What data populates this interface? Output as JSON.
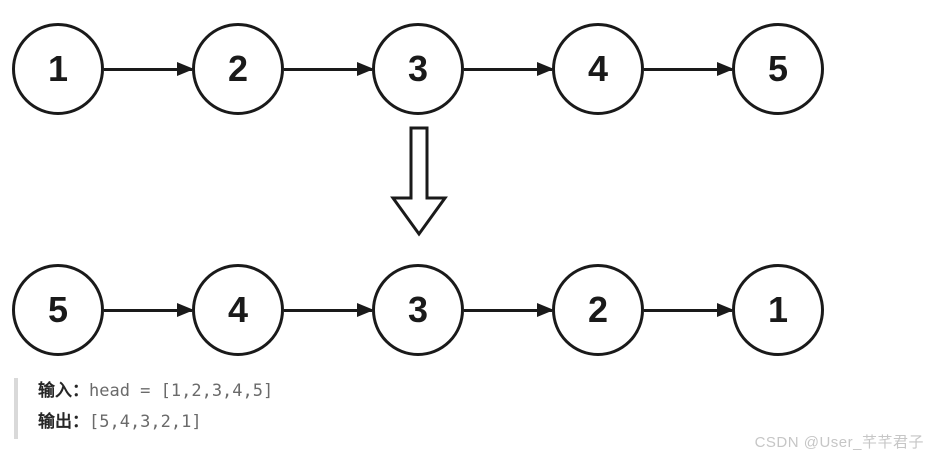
{
  "diagram": {
    "before": {
      "nodes": [
        "1",
        "2",
        "3",
        "4",
        "5"
      ]
    },
    "after": {
      "nodes": [
        "5",
        "4",
        "3",
        "2",
        "1"
      ]
    },
    "transform_icon": "down-arrow"
  },
  "example": {
    "input_label": "输入：",
    "input_value": "head = [1,2,3,4,5]",
    "output_label": "输出：",
    "output_value": "[5,4,3,2,1]"
  },
  "watermark": "CSDN @User_芊芊君子",
  "colors": {
    "node_stroke": "#1a1a1a",
    "node_text": "#1a1a1a",
    "mono_text": "#6a6a6a",
    "label_text": "#262626",
    "quote_bar": "#d9d9d9",
    "watermark": "#c6c6c6",
    "background": "#ffffff"
  }
}
